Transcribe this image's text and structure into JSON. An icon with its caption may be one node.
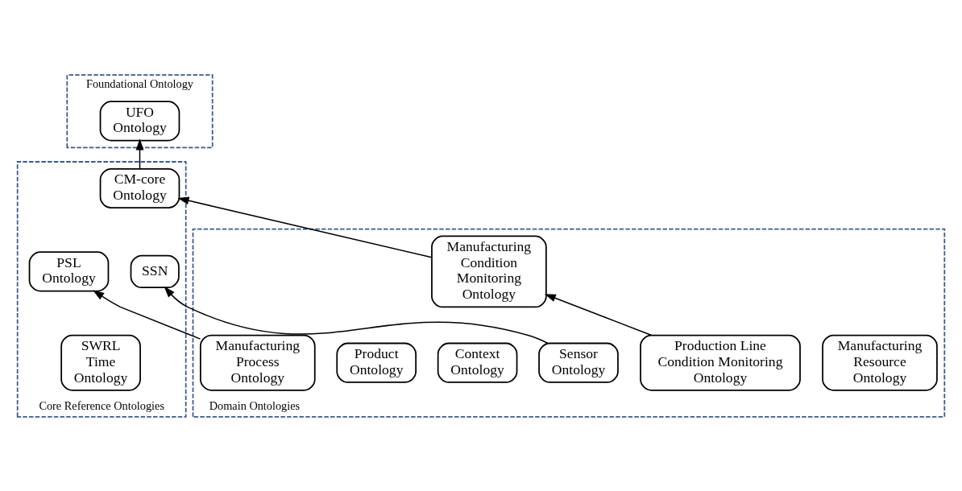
{
  "diagram": {
    "nodes": [
      {
        "text": [
          "Foundational Ontology"
        ]
      },
      {
        "text": [
          "UFO Ontology"
        ],
        "in": 0
      },
      {
        "text": [
          "Core Reference Ontologies"
        ]
      },
      {
        "text": [
          "SSN"
        ],
        "in": 2
      },
      {
        "text": [
          "CM-core Ontology"
        ],
        "in": 2
      },
      {
        "text": [
          "PSL Ontology"
        ],
        "in": 2
      },
      {
        "text": [
          "SWRL Time Ontology"
        ],
        "in": 2
      },
      {
        "text": [
          "Domain Ontologies"
        ]
      },
      {
        "text": [
          "Manufacturing Resource Ontology"
        ],
        "in": 7
      },
      {
        "text": [
          "Sensor Ontology"
        ],
        "in": 7
      },
      {
        "text": [
          "Manufacturing Condition Monitoring Ontology"
        ],
        "in": 7
      },
      {
        "text": [
          "Manufacturing Process Ontology"
        ],
        "in": 7
      },
      {
        "text": [
          "Context Ontology"
        ],
        "in": 7
      },
      {
        "text": [
          "Product Ontology"
        ],
        "in": 7
      },
      {
        "text": [
          "Production Line Condition Monitoring Ontology"
        ],
        "in": 7
      }
    ],
    "edges": [
      {
        "from": 4,
        "to": 1,
        "arrow": "to"
      },
      {
        "from": 9,
        "to": 3,
        "arrow": "to"
      },
      {
        "from": 10,
        "to": 4,
        "arrow": "to"
      },
      {
        "from": 11,
        "to": 5,
        "arrow": "to"
      },
      {
        "from": 14,
        "to": 10,
        "arrow": "to"
      }
    ]
  }
}
